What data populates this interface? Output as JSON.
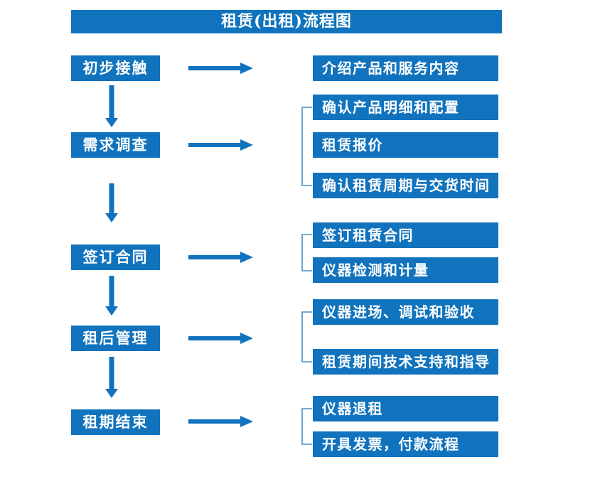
{
  "title": "租赁(出租)流程图",
  "colors": {
    "primary_blue": "#1173BD",
    "arrow_blue": "#1173BD",
    "bracket_blue": "#4C8FC4",
    "text_on_blue": "#FFFFFF",
    "background": "#FFFFFF"
  },
  "flow": [
    {
      "step": "初步接触",
      "outputs": [
        "介绍产品和服务内容"
      ]
    },
    {
      "step": "需求调查",
      "outputs": [
        "确认产品明细和配置",
        "租赁报价",
        "确认租赁周期与交货时间"
      ]
    },
    {
      "step": "签订合同",
      "outputs": [
        "签订租赁合同",
        "仪器检测和计量"
      ]
    },
    {
      "step": "租后管理",
      "outputs": [
        "仪器进场、调试和验收",
        "租赁期间技术支持和指导"
      ]
    },
    {
      "step": "租期结束",
      "outputs": [
        "仪器退租",
        "开具发票，付款流程"
      ]
    }
  ]
}
